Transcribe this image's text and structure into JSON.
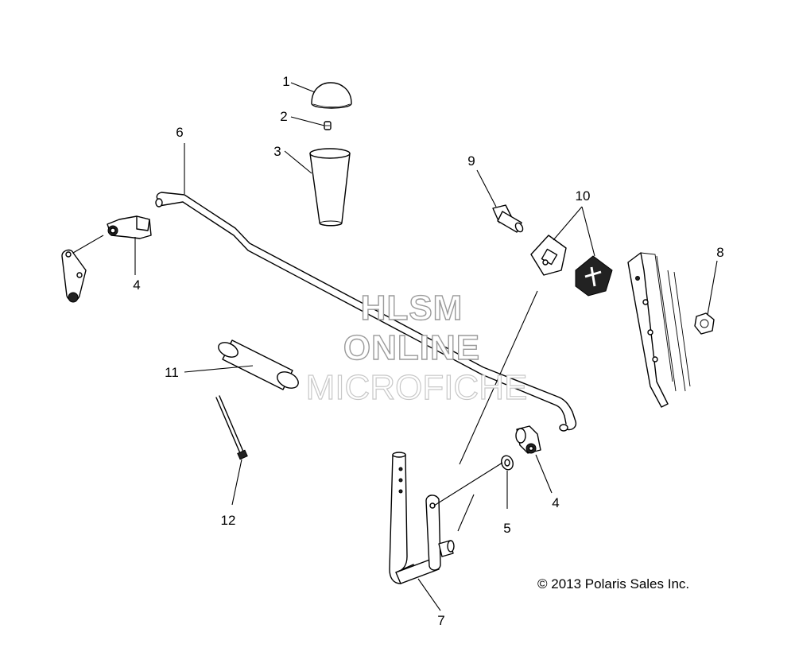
{
  "diagram": {
    "callouts": {
      "c1": "1",
      "c2": "2",
      "c3": "3",
      "c4a": "4",
      "c4b": "4",
      "c5": "5",
      "c6": "6",
      "c7": "7",
      "c8": "8",
      "c9": "9",
      "c10": "10",
      "c11": "11",
      "c12": "12"
    },
    "copyright": "© 2013 Polaris Sales Inc.",
    "watermark": {
      "line1": "HLSM",
      "line2": "ONLINE",
      "line3": "MICROFICHE"
    }
  }
}
